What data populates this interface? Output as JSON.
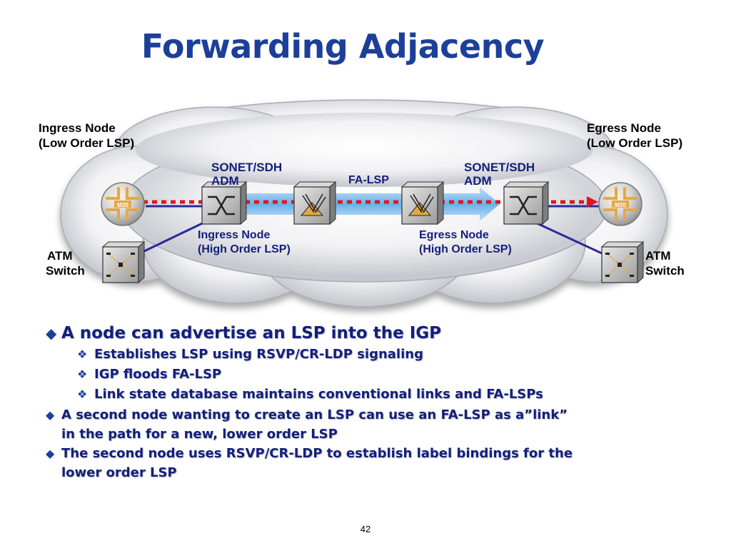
{
  "slide": {
    "title": "Forwarding Adjacency",
    "page_number": "42"
  },
  "diagram": {
    "ingress_outer": {
      "line1": "Ingress Node",
      "line2": "(Low Order LSP)"
    },
    "egress_outer": {
      "line1": "Egress Node",
      "line2": "(Low Order LSP)"
    },
    "sonet_left": {
      "line1": "SONET/SDH",
      "line2": "ADM"
    },
    "sonet_right": {
      "line1": "SONET/SDH",
      "line2": "ADM"
    },
    "fa_lsp": "FA-LSP",
    "ingress_high": {
      "line1": "Ingress Node",
      "line2": "(High Order LSP)"
    },
    "egress_high": {
      "line1": "Egress Node",
      "line2": "(High Order LSP)"
    },
    "atm_left": {
      "line1": "ATM",
      "line2": "Switch"
    },
    "atm_right": {
      "line1": "ATM",
      "line2": "Switch"
    },
    "router_badge": "M20",
    "colors": {
      "low_order_lsp": "#e0161f",
      "fa_lsp_tunnel": "#59a9e6",
      "link": "#2a2a9a",
      "router": "#e3a84a",
      "atm_switch": "#b9b9b9"
    }
  },
  "bullets": {
    "b1": "A node can advertise an LSP into the IGP",
    "b1_subs": [
      "Establishes LSP using RSVP/CR-LDP signaling",
      "IGP floods FA-LSP",
      "Link state database maintains conventional links and FA-LSPs"
    ],
    "b2_line1": "A second node wanting to create an LSP can use an FA-LSP as a”link”",
    "b2_line2": "in the path for a new, lower order LSP",
    "b3_line1": "The second node uses RSVP/CR-LDP to establish label bindings for the",
    "b3_line2": "lower order LSP"
  }
}
